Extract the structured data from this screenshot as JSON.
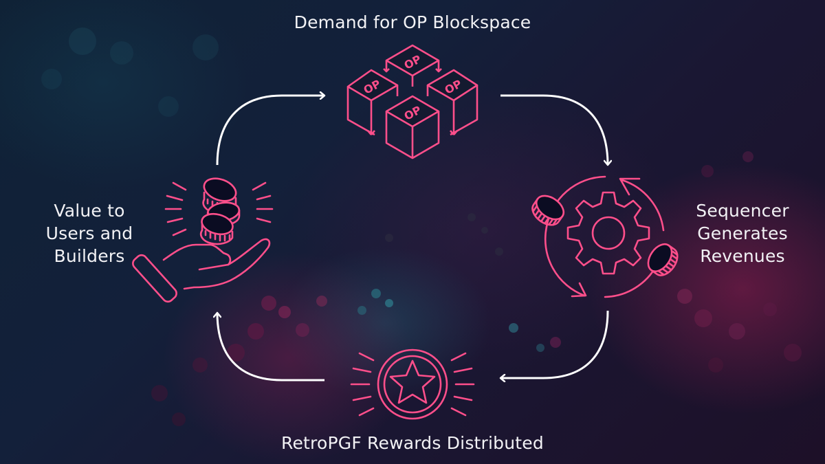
{
  "diagram": {
    "type": "cycle",
    "accent_color": "#ff4f8b",
    "arrow_color": "#ffffff",
    "nodes": [
      {
        "id": "demand",
        "label": "Demand for OP Blockspace",
        "icon": "op-blocks-icon",
        "block_text": "OP"
      },
      {
        "id": "sequencer",
        "label": "Sequencer Generates Revenues",
        "label_lines": [
          "Sequencer",
          "Generates",
          "Revenues"
        ],
        "icon": "gear-coins-cycle-icon"
      },
      {
        "id": "retropgf",
        "label": "RetroPGF Rewards Distributed",
        "icon": "star-badge-icon"
      },
      {
        "id": "value",
        "label": "Value to Users and Builders",
        "label_lines": [
          "Value to",
          "Users and",
          "Builders"
        ],
        "icon": "hand-coins-icon"
      }
    ],
    "edges": [
      {
        "from": "value",
        "to": "demand"
      },
      {
        "from": "demand",
        "to": "sequencer"
      },
      {
        "from": "sequencer",
        "to": "retropgf"
      },
      {
        "from": "retropgf",
        "to": "value"
      }
    ]
  },
  "labels": {
    "top": "Demand for OP Blockspace",
    "right": "Sequencer Generates Revenues",
    "bottom": "RetroPGF Rewards Distributed",
    "left": "Value to Users and Builders"
  },
  "blocks": {
    "text": "OP"
  }
}
